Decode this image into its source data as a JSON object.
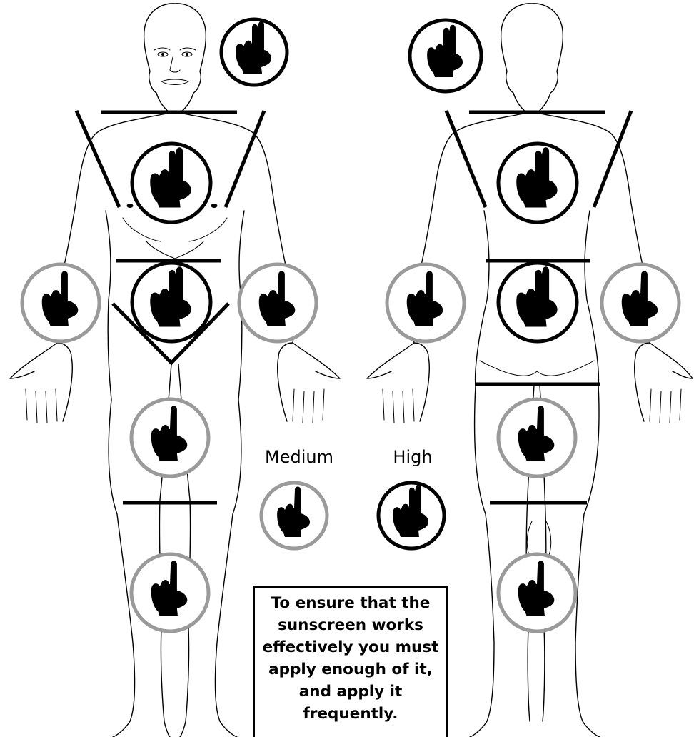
{
  "legend": {
    "medium": {
      "label": "Medium",
      "ring_color": "#9a9a9a",
      "fingers": 1
    },
    "high": {
      "label": "High",
      "ring_color": "#000000",
      "fingers": 2
    }
  },
  "note": {
    "lines": [
      "To ensure that the",
      "sunscreen works",
      "effectively you must",
      "apply enough of it,",
      "and apply it",
      "frequently."
    ]
  },
  "views": {
    "front": {
      "zones": [
        {
          "zone": "face-and-head",
          "amount": "high"
        },
        {
          "zone": "chest-and-shoulders",
          "amount": "high"
        },
        {
          "zone": "abdomen",
          "amount": "high"
        },
        {
          "zone": "right-arm",
          "amount": "medium"
        },
        {
          "zone": "left-arm",
          "amount": "medium"
        },
        {
          "zone": "thighs",
          "amount": "medium"
        },
        {
          "zone": "lower-legs",
          "amount": "medium"
        }
      ]
    },
    "back": {
      "zones": [
        {
          "zone": "back-of-head-and-neck",
          "amount": "high"
        },
        {
          "zone": "upper-back",
          "amount": "high"
        },
        {
          "zone": "lower-back",
          "amount": "high"
        },
        {
          "zone": "right-arm",
          "amount": "medium"
        },
        {
          "zone": "left-arm",
          "amount": "medium"
        },
        {
          "zone": "back-of-thighs",
          "amount": "medium"
        },
        {
          "zone": "calves",
          "amount": "medium"
        }
      ]
    }
  }
}
